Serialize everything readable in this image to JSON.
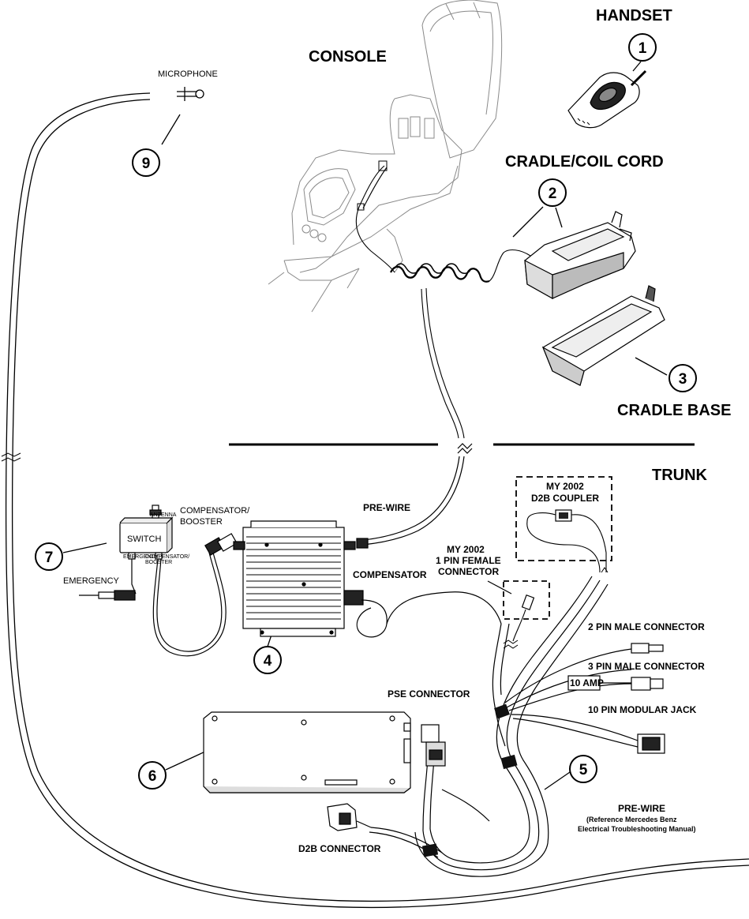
{
  "sections": {
    "console": "CONSOLE",
    "trunk": "TRUNK"
  },
  "labels": {
    "handset": "HANDSET",
    "cradle_coil_cord": "CRADLE/COIL CORD",
    "cradle_base": "CRADLE BASE",
    "microphone": "MICROPHONE",
    "compensator_booster_1": "COMPENSATOR/",
    "compensator_booster_2": "BOOSTER",
    "pre_wire_top": "PRE-WIRE",
    "emergency": "EMERGENCY",
    "switch": "SWITCH",
    "switch_port_left": "EMERGENCY",
    "switch_port_right_1": "COMPENSATOR/",
    "switch_port_right_2": "BOOSTER",
    "switch_port_top": "ANTENNA",
    "compensator": "COMPENSATOR",
    "d2b_coupler_1": "MY 2002",
    "d2b_coupler_2": "D2B COUPLER",
    "female_conn_1": "MY 2002",
    "female_conn_2": "1 PIN FEMALE",
    "female_conn_3": "CONNECTOR",
    "two_pin": "2 PIN MALE CONNECTOR",
    "three_pin": "3 PIN MALE CONNECTOR",
    "ten_amp": "10 AMP",
    "ten_pin": "10 PIN MODULAR JACK",
    "pse_connector": "PSE CONNECTOR",
    "d2b_connector": "D2B CONNECTOR",
    "pre_wire_bottom": "PRE-WIRE",
    "reference_1": "(Reference Mercedes Benz",
    "reference_2": "Electrical Troubleshooting Manual)"
  },
  "callouts": [
    "1",
    "2",
    "3",
    "4",
    "5",
    "6",
    "7",
    "9"
  ]
}
